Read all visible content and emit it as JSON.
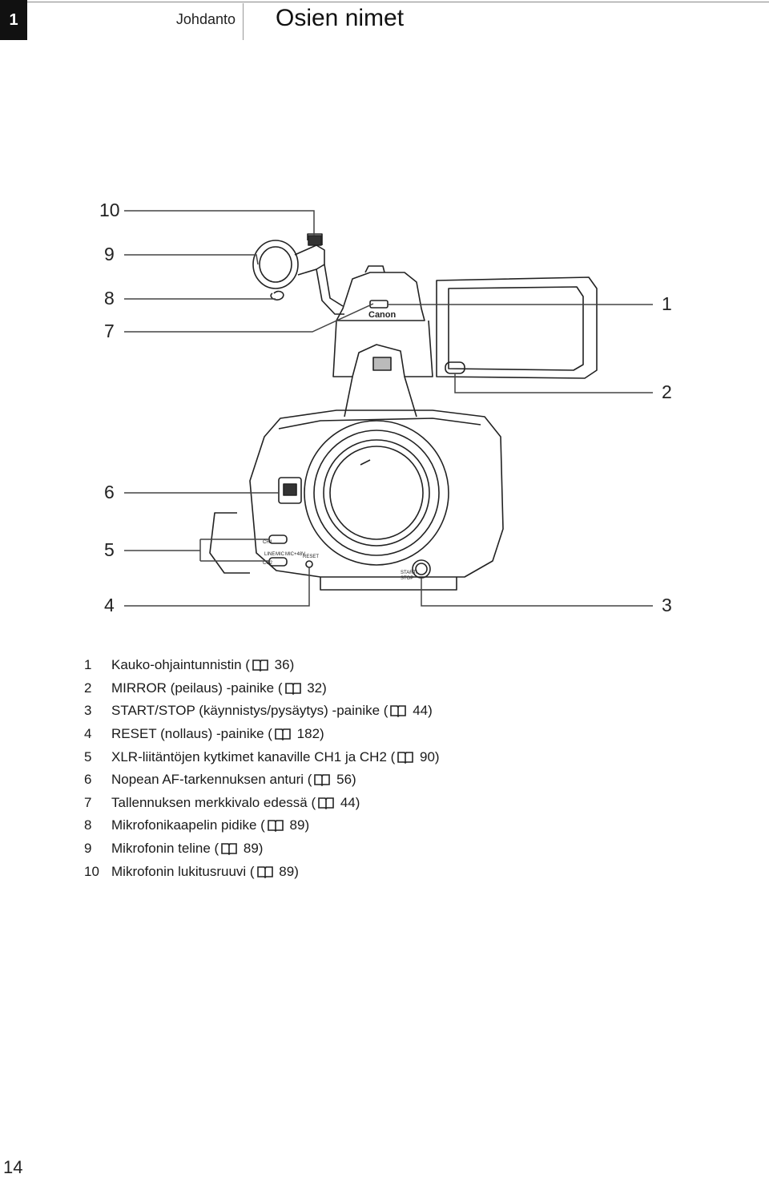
{
  "header": {
    "chapter_number": "1",
    "chapter_name": "Johdanto",
    "title": "Osien nimet"
  },
  "callouts": {
    "n1": "1",
    "n2": "2",
    "n3": "3",
    "n4": "4",
    "n5": "5",
    "n6": "6",
    "n7": "7",
    "n8": "8",
    "n9": "9",
    "n10": "10"
  },
  "camera_labels": {
    "brand": "Canon",
    "ch1": "CH1",
    "ch2": "CH2",
    "line": "LINE",
    "mic": "MIC",
    "mic48": "MIC+48V",
    "reset": "RESET",
    "start": "START/",
    "stop": "STOP"
  },
  "legend": [
    {
      "num": "1",
      "text": "Kauko-ohjaintunnistin (",
      "page": " 36)"
    },
    {
      "num": "2",
      "text": "MIRROR (peilaus) -painike (",
      "page": " 32)"
    },
    {
      "num": "3",
      "text": "START/STOP (käynnistys/pysäytys) -painike (",
      "page": " 44)"
    },
    {
      "num": "4",
      "text": "RESET (nollaus) -painike (",
      "page": " 182)"
    },
    {
      "num": "5",
      "text": "XLR-liitäntöjen kytkimet kanaville CH1 ja CH2 (",
      "page": " 90)"
    },
    {
      "num": "6",
      "text": "Nopean AF-tarkennuksen anturi (",
      "page": " 56)"
    },
    {
      "num": "7",
      "text": "Tallennuksen merkkivalo edessä (",
      "page": " 44)"
    },
    {
      "num": "8",
      "text": "Mikrofonikaapelin pidike (",
      "page": " 89)"
    },
    {
      "num": "9",
      "text": "Mikrofonin teline (",
      "page": " 89)"
    },
    {
      "num": "10",
      "text": "Mikrofonin lukitusruuvi (",
      "page": " 89)"
    }
  ],
  "footer": {
    "page_number": "14"
  }
}
